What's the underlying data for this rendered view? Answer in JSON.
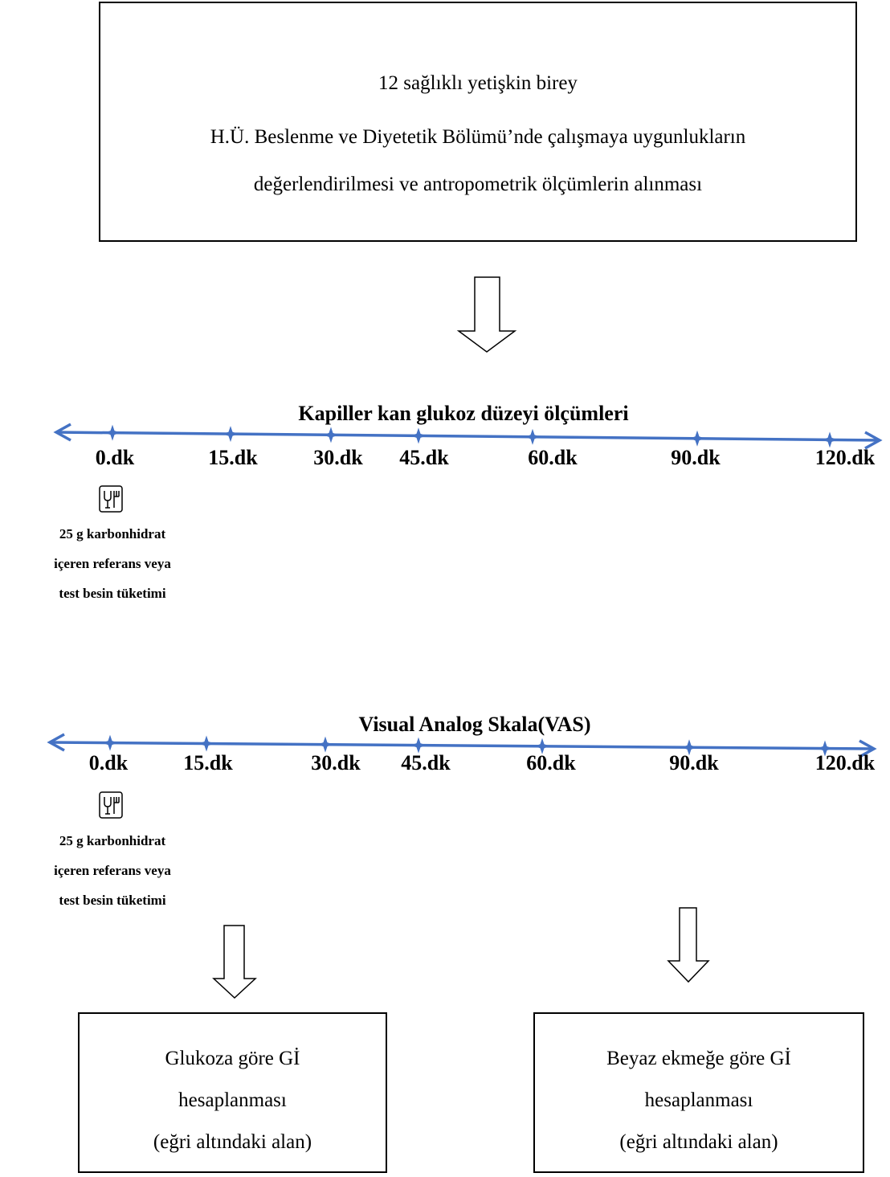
{
  "participants_box": {
    "line1": "12 sağlıklı yetişkin birey",
    "line2": "H.Ü. Beslenme ve Diyetetik Bölümü’nde çalışmaya uygunlukların",
    "line3": "değerlendirilmesi ve antropometrik ölçümlerin alınması"
  },
  "timeline_glucose": {
    "title": "Kapiller kan glukoz düzeyi ölçümleri",
    "ticks": [
      "0.dk",
      "15.dk",
      "30.dk",
      "45.dk",
      "60.dk",
      "90.dk",
      "120.dk"
    ],
    "meal_note": [
      "25 g karbonhidrat",
      "içeren referans veya",
      "test besin tüketimi"
    ]
  },
  "timeline_vas": {
    "title": "Visual Analog Skala(VAS)",
    "ticks": [
      "0.dk",
      "15.dk",
      "30.dk",
      "45.dk",
      "60.dk",
      "90.dk",
      "120.dk"
    ],
    "meal_note": [
      "25 g karbonhidrat",
      "içeren referans veya",
      "test besin tüketimi"
    ]
  },
  "result_left": {
    "line1": "Glukoza göre Gİ",
    "line2": "hesaplanması",
    "line3": "(eğri altındaki alan)"
  },
  "result_right": {
    "line1": "Beyaz ekmeğe göre Gİ",
    "line2": "hesaplanması",
    "line3": "(eğri altındaki alan)"
  },
  "colors": {
    "timeline": "#4472C4",
    "border": "#000000"
  },
  "icons": {
    "meal": "fork-glass-icon",
    "arrow": "hollow-down-arrow-icon"
  }
}
